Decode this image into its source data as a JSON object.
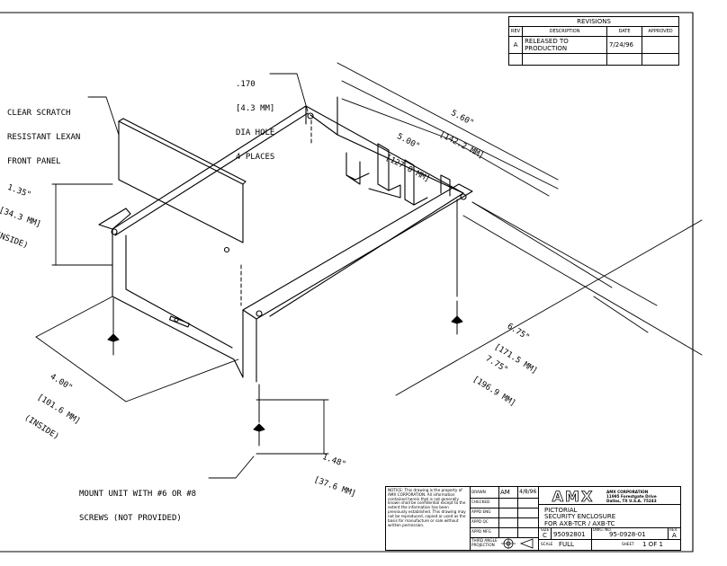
{
  "revisions": {
    "title": "REVISIONS",
    "headers": [
      "REV",
      "DESCRIPTION",
      "DATE",
      "APPROVED"
    ],
    "rows": [
      {
        "rev": "A",
        "description": "RELEASED TO PRODUCTION",
        "date": "7/24/96",
        "approved": ""
      }
    ]
  },
  "callouts": {
    "hole": [
      ".170",
      "[4.3 MM]",
      "DIA HOLE",
      "4 PLACES"
    ],
    "panel": [
      "CLEAR SCRATCH",
      "RESISTANT LEXAN",
      "FRONT PANEL"
    ],
    "screws": [
      "MOUNT UNIT WITH #6 OR #8",
      "SCREWS (NOT PROVIDED)"
    ]
  },
  "dimensions": {
    "d560": [
      "5.60\"",
      "[142.2 MM]"
    ],
    "d500": [
      "5.00\"",
      "[127.0 MM]"
    ],
    "d135": [
      "1.35\"",
      "[34.3 MM]",
      "(INSIDE)"
    ],
    "d675": [
      "6.75\"",
      "[171.5 MM]"
    ],
    "d775": [
      "7.75\"",
      "[196.9 MM]"
    ],
    "d400": [
      "4.00\"",
      "[101.6 MM]",
      "(INSIDE)"
    ],
    "d148": [
      "1.48\"",
      "[37.6 MM]"
    ]
  },
  "title_block": {
    "notice": "NOTICE: This drawing is the property of AMX CORPORATION. All information contained herein that is not generally known shall be confidential except to the extent the information has been previously established. This drawing may not be reproduced, copied or used as the basis for manufacture or sale without written permission.",
    "drawn_label": "DRAWN",
    "drawn_by": "AM",
    "drawn_date": "4/8/96",
    "checked_label": "CHECKED",
    "appd_eng_label": "APPD ENG",
    "appd_qc_label": "APPD QC",
    "appd_mfg_label": "APPD MFG",
    "projection_label": "THIRD ANGLE PROJECTION",
    "logo": "AMX",
    "company": [
      "AMX CORPORATION",
      "11995 Forestgate Drive",
      "Dallas, TX U.S.A. 75243"
    ],
    "title_lines": [
      "PICTORIAL",
      "SECURITY ENCLOSURE",
      "FOR AXB-TCR / AXB-TC"
    ],
    "size_label": "SIZE",
    "size": "C",
    "fscm": "95092801",
    "dwg_no_label": "DWG. NO.",
    "dwg_no": "95-0928-01",
    "rev_label": "REV.",
    "rev": "A",
    "scale_label": "SCALE",
    "scale": "FULL",
    "sheet_label": "SHEET",
    "sheet": "1 OF 1"
  }
}
